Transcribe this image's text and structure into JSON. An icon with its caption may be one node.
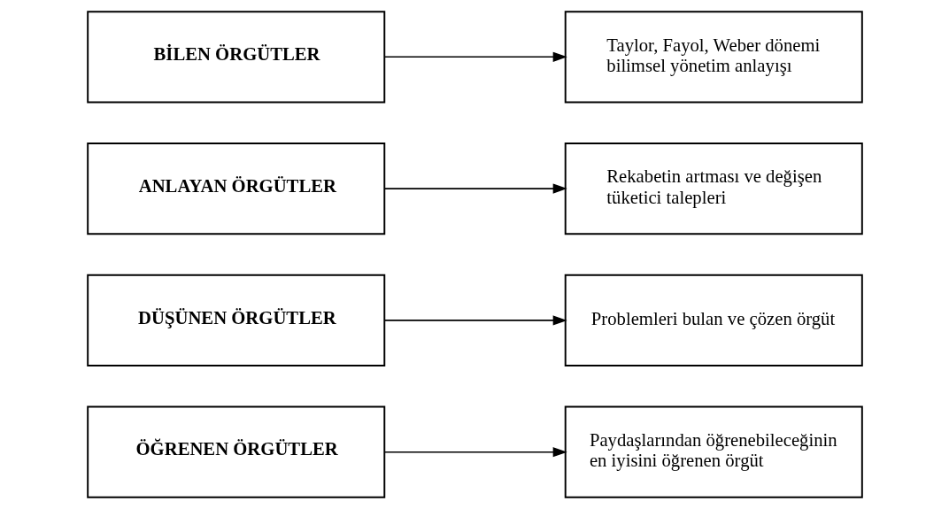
{
  "diagram": {
    "nodes": [
      {
        "text": [
          "ÖĞRENEN ÖRGÜTLER"
        ]
      },
      {
        "text": [
          "DÜŞÜNEN ÖRGÜTLER"
        ]
      },
      {
        "text": [
          "ANLAYAN ÖRGÜTLER"
        ]
      },
      {
        "text": [
          "BİLEN ÖRGÜTLER"
        ]
      },
      {
        "text": [
          "Paydaşlarından öğrenebileceğinin en iyisini öğrenen örgüt"
        ]
      },
      {
        "text": [
          "Problemleri bulan ve çözen örgüt"
        ]
      },
      {
        "text": [
          "Rekabetin artması ve değişen tüketici talepleri"
        ]
      },
      {
        "text": [
          "Taylor, Fayol, Weber dönemi bilimsel yönetim anlayışı"
        ]
      }
    ],
    "edges": [
      {
        "from": 0,
        "to": 4,
        "arrow": "to"
      },
      {
        "from": 1,
        "to": 5,
        "arrow": "to"
      },
      {
        "from": 2,
        "to": 6,
        "arrow": "to"
      },
      {
        "from": 3,
        "to": 7,
        "arrow": "to"
      }
    ]
  }
}
